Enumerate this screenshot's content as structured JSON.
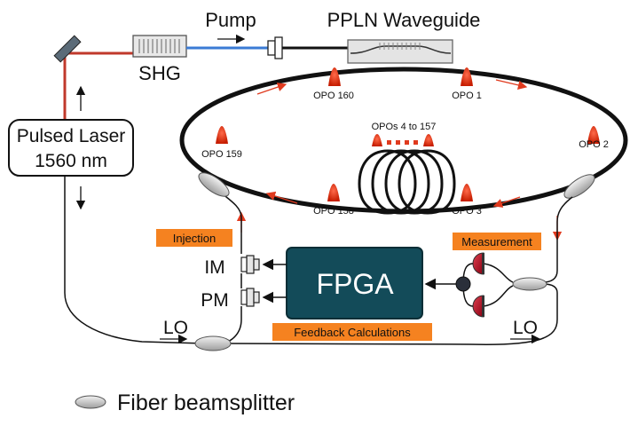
{
  "labels": {
    "pump": "Pump",
    "ppln": "PPLN Waveguide",
    "shg": "SHG",
    "laser_line1": "Pulsed Laser",
    "laser_line2": "1560 nm",
    "opo160": "OPO 160",
    "opo1": "OPO 1",
    "opo159": "OPO 159",
    "opos_mid": "OPOs 4 to 157",
    "opo2": "OPO 2",
    "opo158": "OPO 158",
    "opo3": "OPO 3",
    "injection": "Injection",
    "measurement": "Measurement",
    "im": "IM",
    "pm": "PM",
    "fpga": "FPGA",
    "feedback": "Feedback Calculations",
    "lo_left": "LO",
    "lo_right": "LO",
    "legend": "Fiber beamsplitter"
  },
  "colors": {
    "laser_red": "#c0392b",
    "pump_blue": "#3a7bd5",
    "fpga_fill": "#134b59",
    "tag_orange": "#f58220",
    "opo_red": "#e03a1e",
    "detector_red": "#b3001b"
  },
  "icons": [
    "mirror-icon",
    "detector-icon",
    "beamsplitter-icon",
    "fiber-spool-icon",
    "dots-icon"
  ]
}
